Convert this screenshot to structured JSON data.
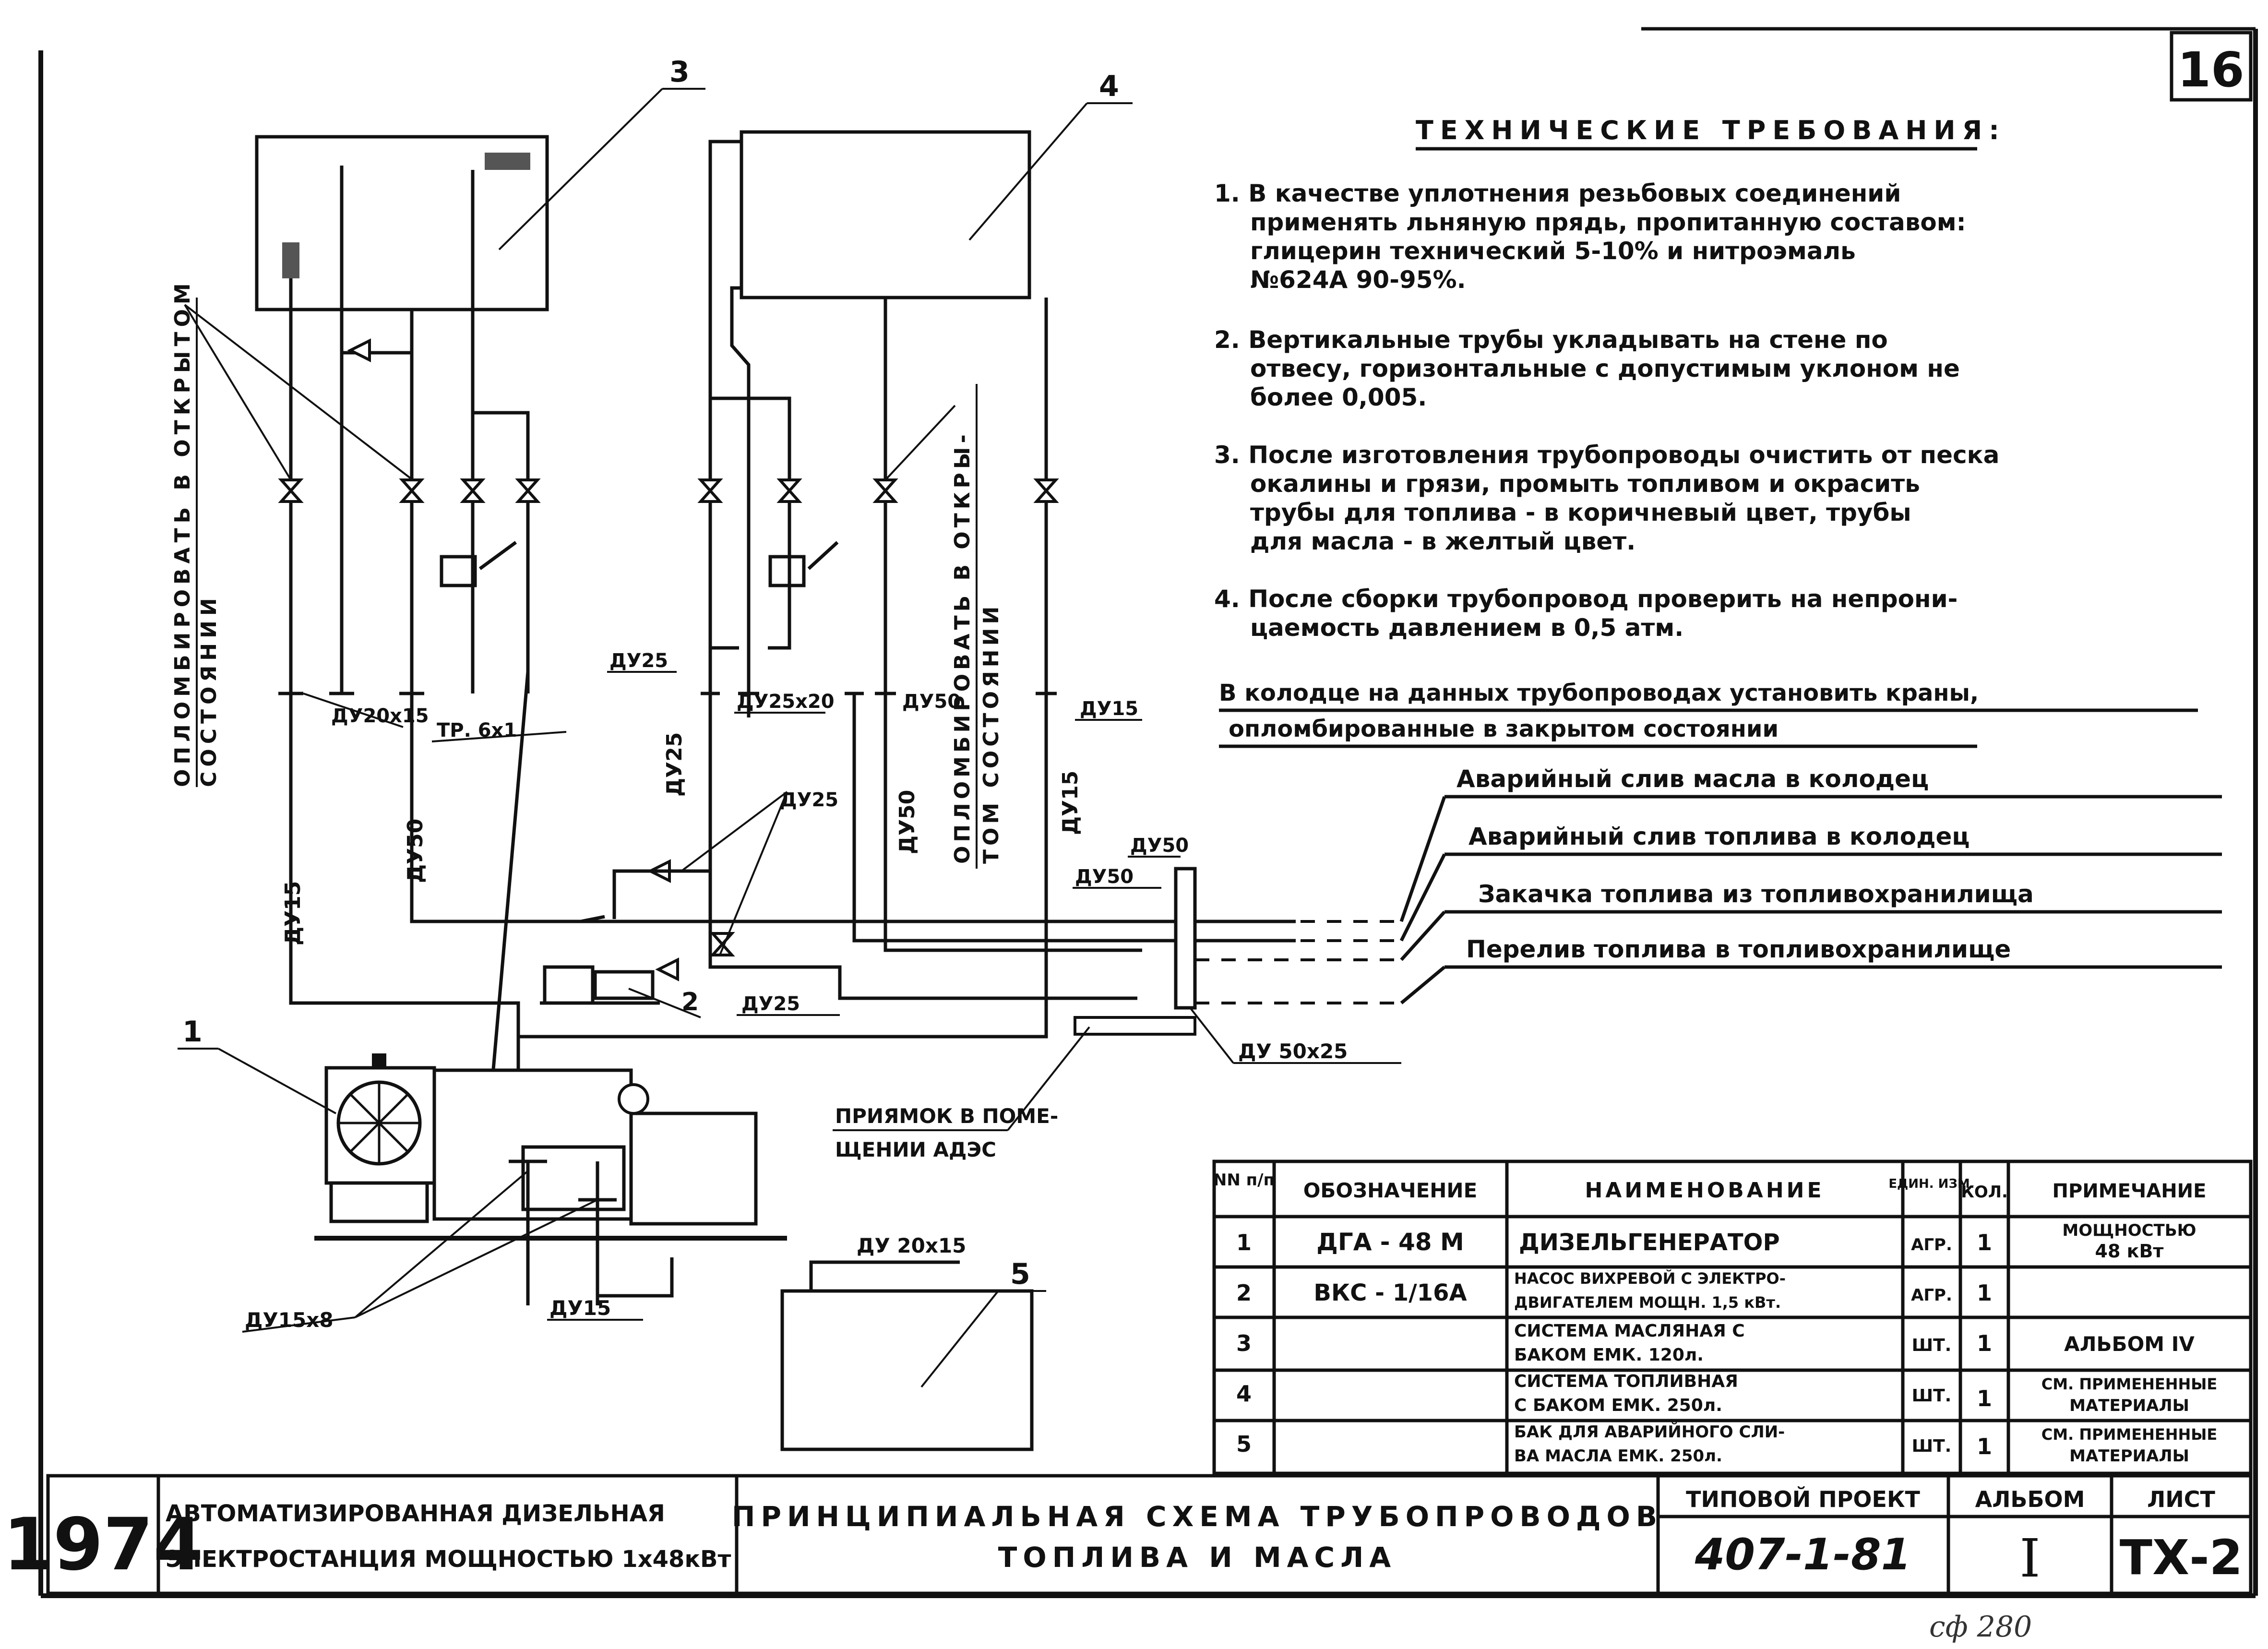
{
  "sheet_number": "16",
  "tech_requirements": {
    "title": "ТЕХНИЧЕСКИЕ  ТРЕБОВАНИЯ:",
    "items": [
      [
        "1. В качестве уплотнения резьбовых соединений",
        "применять льняную прядь, пропитанную составом:",
        "глицерин технический 5-10% и нитроэмаль",
        "№624А 90-95%."
      ],
      [
        "2. Вертикальные трубы укладывать на стене по",
        "отвесу, горизонтальные с допустимым уклоном не",
        "более 0,005."
      ],
      [
        "3. После изготовления трубопроводы очистить от песка",
        "окалины и грязи, промыть топливом и окрасить",
        "трубы для топлива - в коричневый цвет, трубы",
        "для масла - в желтый цвет."
      ],
      [
        "4. После сборки трубопровод проверить на непрони-",
        "цаемость давлением в 0,5 атм."
      ]
    ]
  },
  "well_note": [
    "В колодце на данных трубопроводах установить краны,",
    "опломбированные в закрытом состоянии"
  ],
  "pipe_destinations": [
    "Аварийный слив масла в колодец",
    "Аварийный слив топлива в колодец",
    "Закачка топлива из топливохранилища",
    "Перелив топлива в топливохранилище"
  ],
  "seal_note_left": [
    "ОПЛОМБИРОВАТЬ В ОТКРЫТОМ",
    "СОСТОЯНИИ"
  ],
  "seal_note_mid": [
    "ОПЛОМБИРОВАТЬ В ОТКРЫ-",
    "ТОМ СОСТОЯНИИ"
  ],
  "pit_note": [
    "ПРИЯМОК В ПОМЕ-",
    "ЩЕНИИ АДЭС"
  ],
  "callouts": {
    "c1": "1",
    "c2": "2",
    "c3": "3",
    "c4": "4",
    "c5": "5"
  },
  "pipe_labels": {
    "du20x15_top": "ДУ20х15",
    "tr6x1": "ТР. 6х1",
    "du50_left": "ДУ50",
    "du15_left": "ДУ15",
    "du25_a": "ДУ25",
    "du25x20": "ДУ25х20",
    "du50_a": "ДУ50",
    "du15_right": "ДУ15",
    "du25_b": "ДУ25",
    "du25_c": "ДУ25",
    "du50_b": "ДУ50",
    "du15_c": "ДУ15",
    "du50_c": "ДУ50",
    "du50_d": "ДУ50",
    "du25_d": "ДУ25",
    "du50x25": "ДУ 50х25",
    "du20x15_bottom": "ДУ 20х15",
    "du15x8": "ДУ15х8",
    "du15_bottom": "ДУ15"
  },
  "spec_table": {
    "headers": [
      "NN п/п",
      "ОБОЗНАЧЕНИЕ",
      "НАИМЕНОВАНИЕ",
      "ЕДИН. ИЗМ.",
      "КОЛ.",
      "ПРИМЕЧАНИЕ"
    ],
    "rows": [
      {
        "n": "1",
        "code": "ДГА - 48 М",
        "name": [
          "ДИЗЕЛЬГЕНЕРАТОР"
        ],
        "unit": "АГР.",
        "qty": "1",
        "note": [
          "МОЩНОСТЬЮ",
          "48 кВт"
        ]
      },
      {
        "n": "2",
        "code": "ВКС - 1/16А",
        "name": [
          "НАСОС ВИХРЕВОЙ С ЭЛЕКТРО-",
          "ДВИГАТЕЛЕМ МОЩН. 1,5 кВт."
        ],
        "unit": "АГР.",
        "qty": "1",
        "note": [
          ""
        ]
      },
      {
        "n": "3",
        "code": "",
        "name": [
          "СИСТЕМА МАСЛЯНАЯ С",
          "БАКОМ ЕМК. 120л."
        ],
        "unit": "ШТ.",
        "qty": "1",
        "note": [
          "АЛЬБОМ IV"
        ]
      },
      {
        "n": "4",
        "code": "",
        "name": [
          "СИСТЕМА ТОПЛИВНАЯ",
          "С БАКОМ ЕМК. 250л."
        ],
        "unit": "ШТ.",
        "qty": "1",
        "note": [
          "СМ. ПРИМЕНЕННЫЕ",
          "МАТЕРИАЛЫ"
        ]
      },
      {
        "n": "5",
        "code": "",
        "name": [
          "БАК ДЛЯ АВАРИЙНОГО СЛИ-",
          "ВА МАСЛА ЕМК. 250л."
        ],
        "unit": "ШТ.",
        "qty": "1",
        "note": [
          "СМ. ПРИМЕНЕННЫЕ",
          "МАТЕРИАЛЫ"
        ]
      }
    ]
  },
  "title_block": {
    "year": "1974",
    "project_name": [
      "АВТОМАТИЗИРОВАННАЯ ДИЗЕЛЬНАЯ",
      "ЭЛЕКТРОСТАНЦИЯ МОЩНОСТЬЮ 1х48кВт"
    ],
    "drawing_title": [
      "ПРИНЦИПИАЛЬНАЯ СХЕМА ТРУБОПРОВОДОВ",
      "ТОПЛИВА И МАСЛА"
    ],
    "typical_project_label": "ТИПОВОЙ ПРОЕКТ",
    "typical_project_value": "407-1-81",
    "album_label": "АЛЬБОМ",
    "album_value": "I",
    "sheet_label": "ЛИСТ",
    "sheet_value": "ТХ-2"
  },
  "footer_handwritten": "сф 280"
}
